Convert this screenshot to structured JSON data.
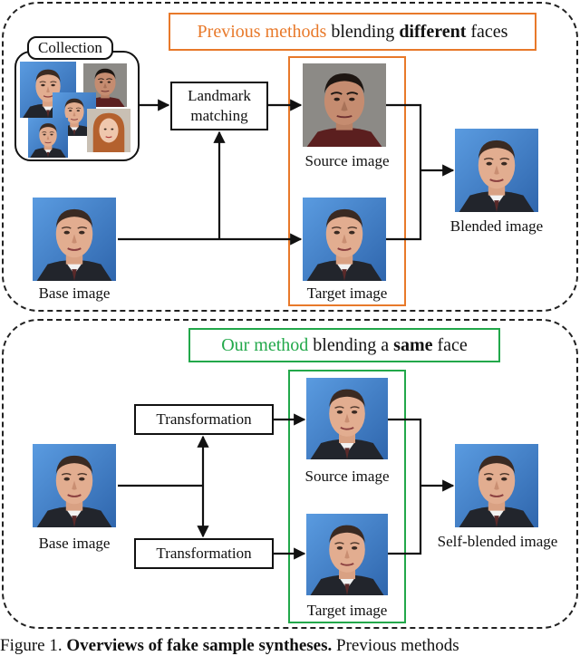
{
  "top_panel": {
    "title_highlight": "Previous methods",
    "title_pre": "blending",
    "title_bold": "different",
    "title_post": "faces",
    "highlight_color": "#e8792a",
    "collection_label": "Collection",
    "landmark_label_line1": "Landmark",
    "landmark_label_line2": "matching",
    "source_label": "Source image",
    "target_label": "Target image",
    "blended_label": "Blended image",
    "base_label": "Base image"
  },
  "bottom_panel": {
    "title_highlight": "Our method",
    "title_pre": "blending a",
    "title_bold": "same",
    "title_post": "face",
    "highlight_color": "#22a84a",
    "transform_label_1": "Transformation",
    "transform_label_2": "Transformation",
    "source_label": "Source image",
    "target_label": "Target image",
    "self_blended_label": "Self-blended image",
    "base_label": "Base image"
  },
  "caption": {
    "prefix": "Figure 1.",
    "bold": "Overviews of fake sample syntheses.",
    "rest": "Previous methods"
  }
}
